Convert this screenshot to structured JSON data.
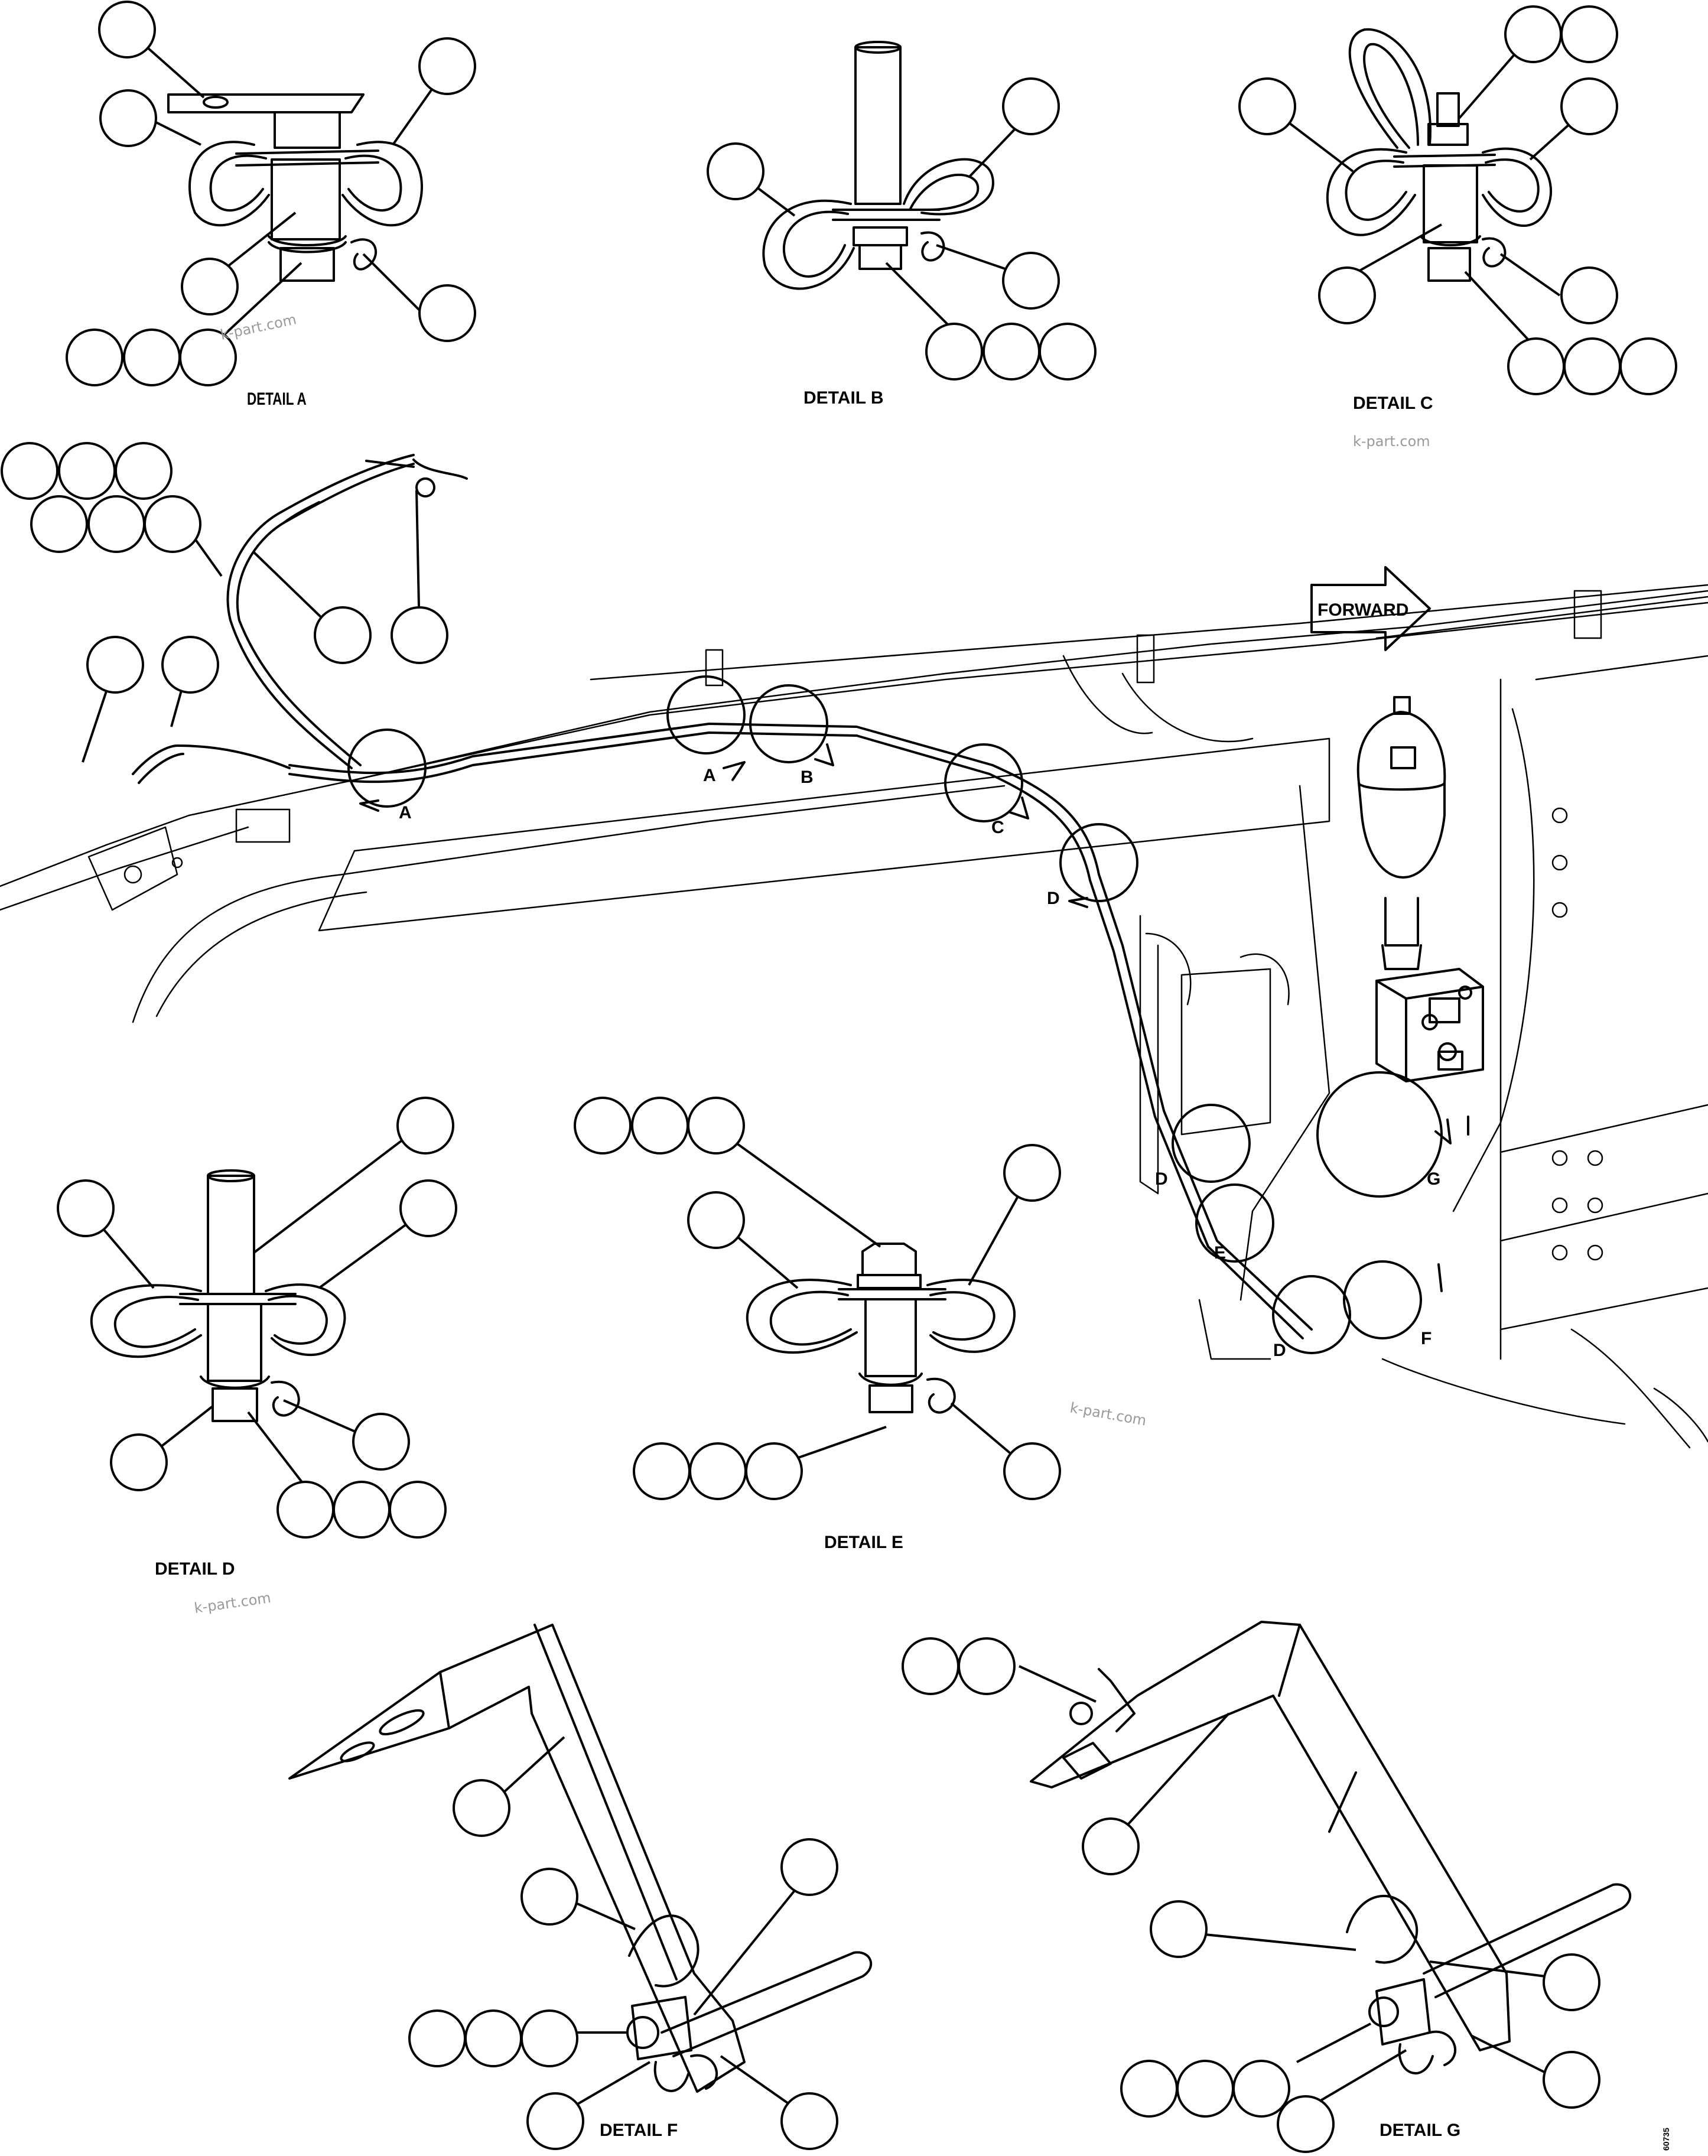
{
  "details": {
    "a": "DETAIL A",
    "b": "DETAIL B",
    "c": "DETAIL C",
    "d": "DETAIL D",
    "e": "DETAIL E",
    "f": "DETAIL F",
    "g": "DETAIL G"
  },
  "forward_label": "FORWARD",
  "view_letters": {
    "a1": "A",
    "a2": "A",
    "b": "B",
    "c": "C",
    "d1": "D",
    "d2": "D",
    "d3": "D",
    "e": "E",
    "f": "F",
    "g": "G"
  },
  "watermark": "k-part.com",
  "figure_number": "60735"
}
